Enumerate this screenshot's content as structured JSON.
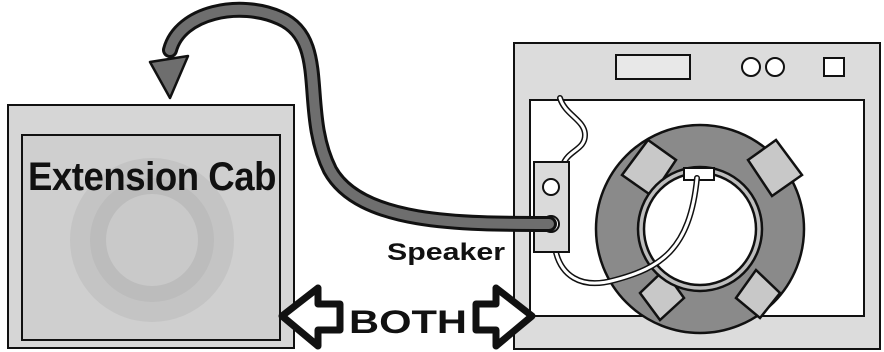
{
  "labels": {
    "extension_cab": "Extension Cab",
    "speaker": "Speaker",
    "both": "BOTH"
  },
  "colors": {
    "cabinet_fill": "#d8d8d8",
    "cabinet_inner": "#cfcfcf",
    "outline": "#111111",
    "cable": "#6e6e6e",
    "speaker_ring": "#8a8a8a",
    "speaker_surround": "#bdbdbd",
    "amp_body": "#dddddd",
    "amp_cavity": "#ffffff",
    "arrow_fill": "#ffffff"
  },
  "icons": [
    "curved-arrow-icon",
    "double-arrow-icon",
    "knob-icon",
    "jack-icon"
  ]
}
